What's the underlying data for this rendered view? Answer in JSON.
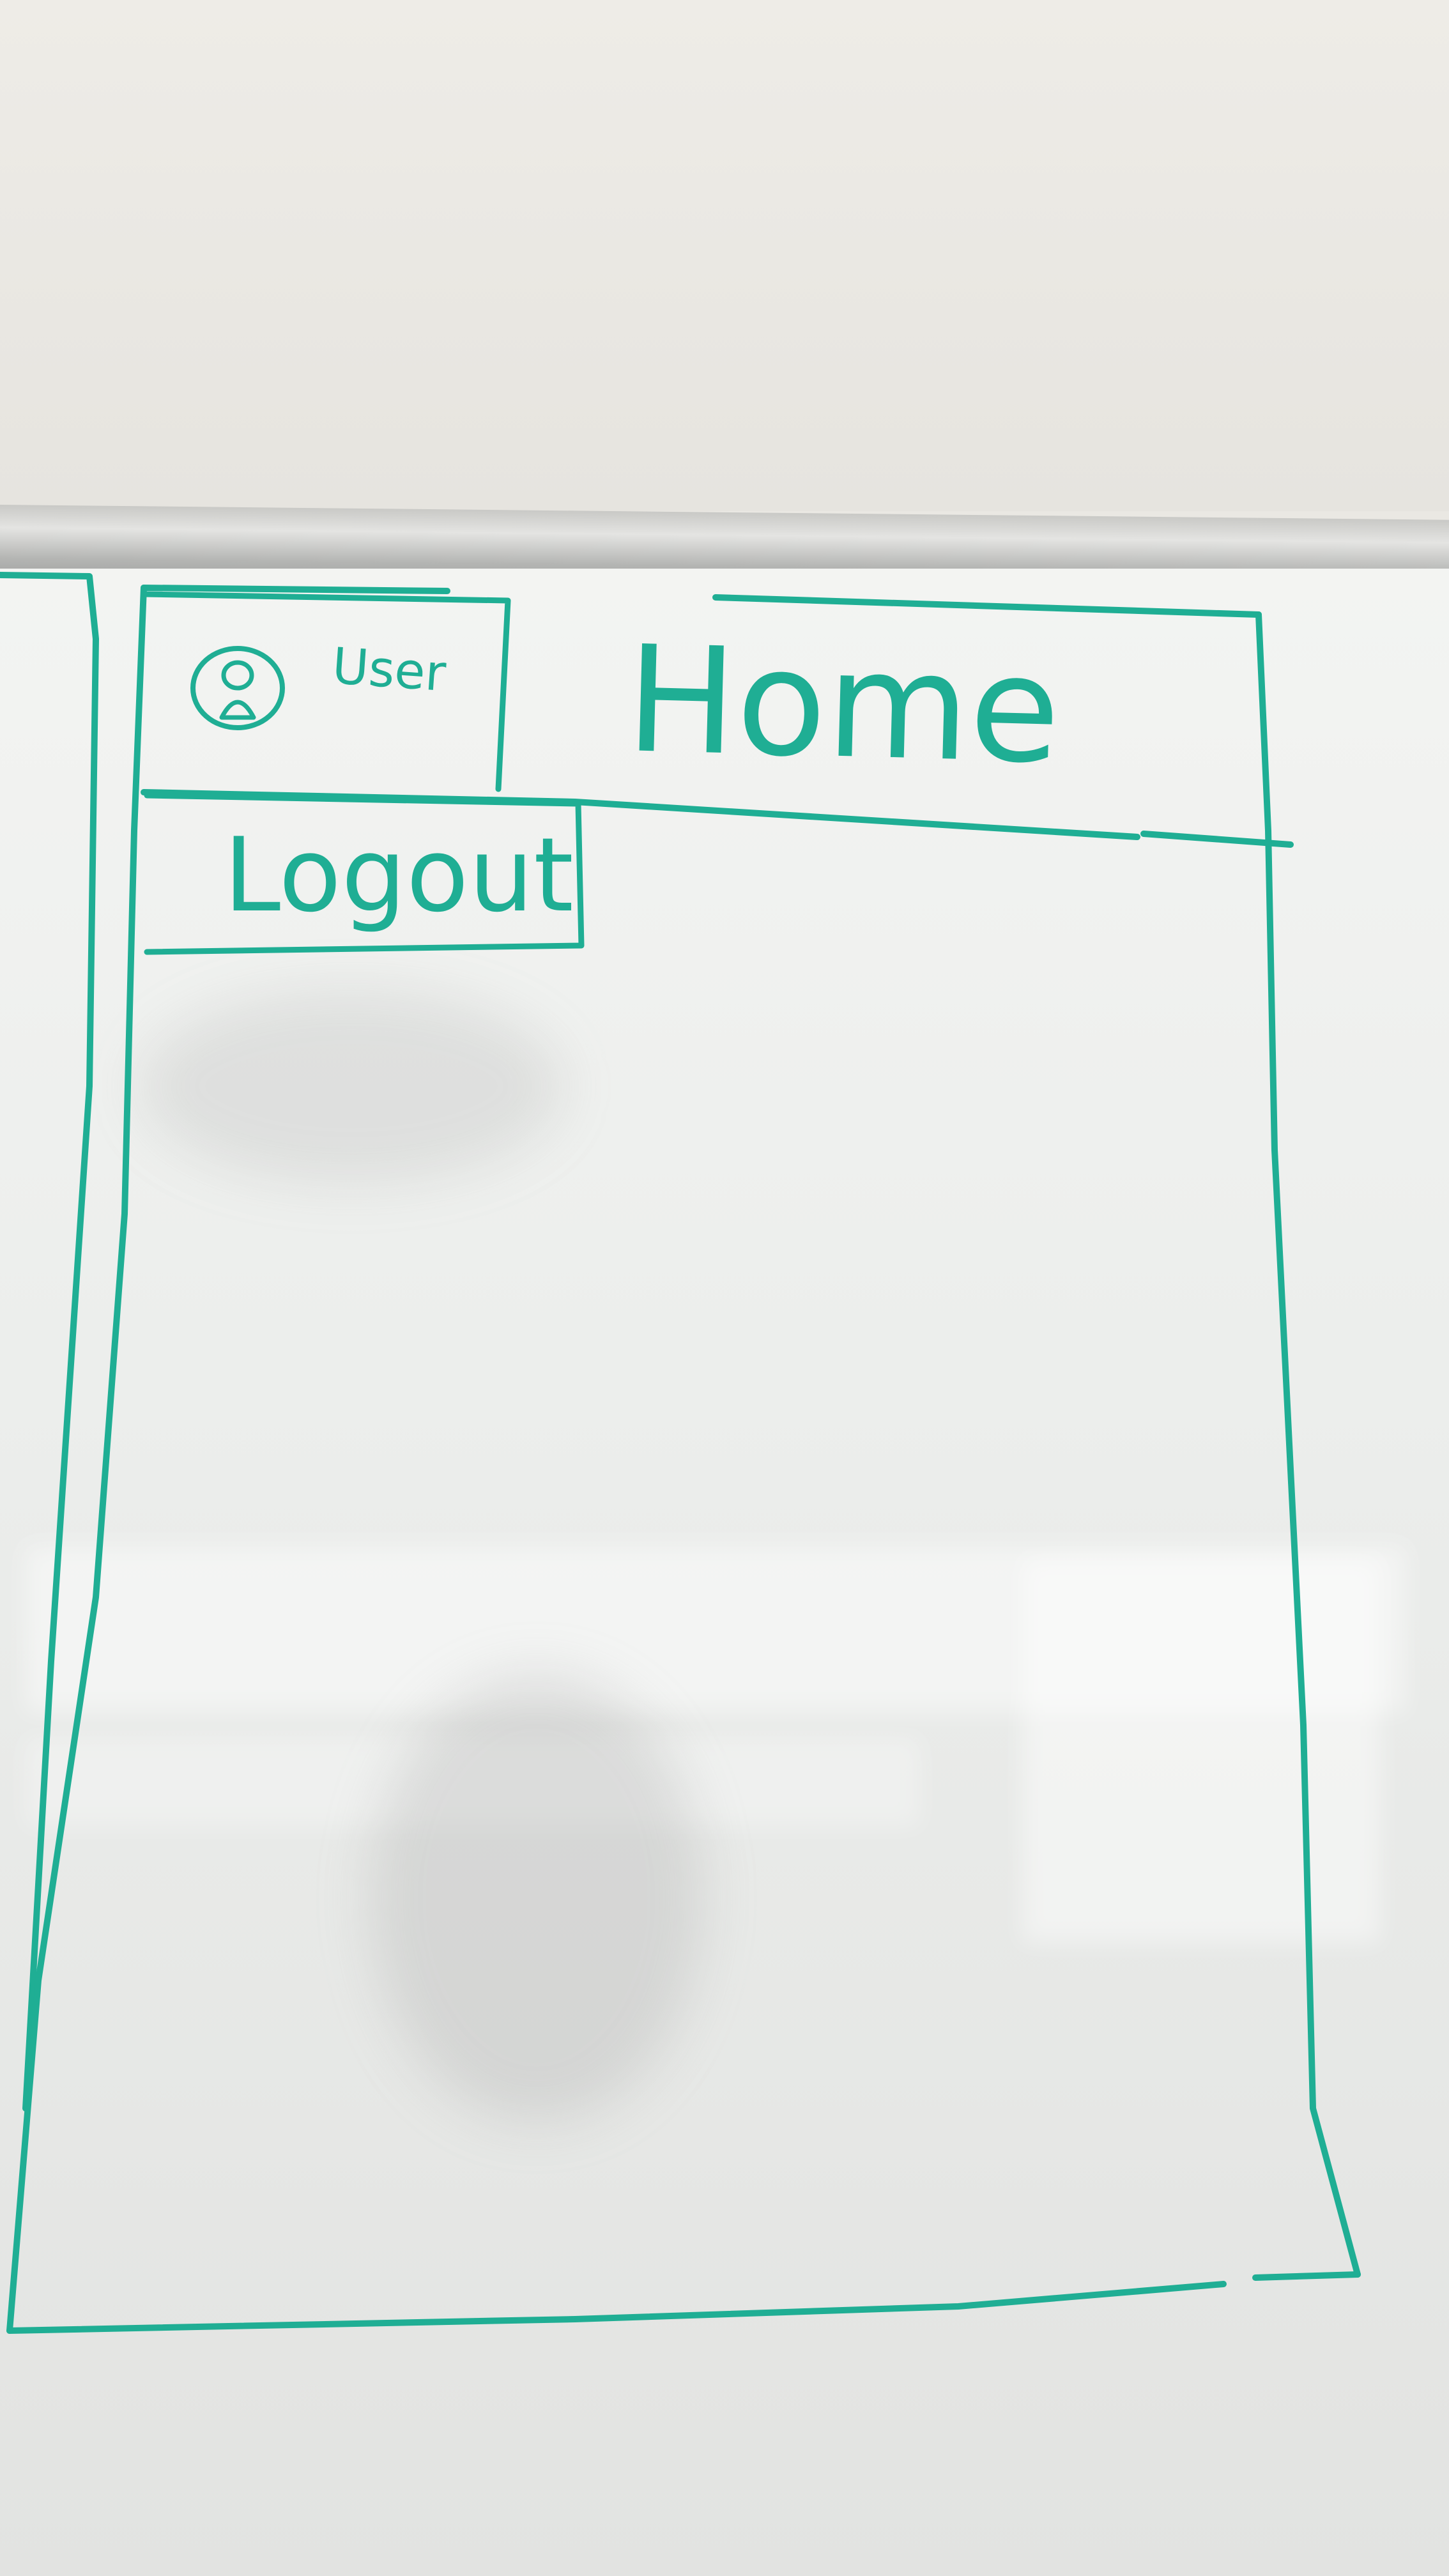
{
  "sketch": {
    "user_label": "User",
    "home_title": "Home",
    "logout_label": "Logout",
    "ink_color": "#1fae94",
    "icons": {
      "avatar": "user-avatar-icon"
    }
  }
}
